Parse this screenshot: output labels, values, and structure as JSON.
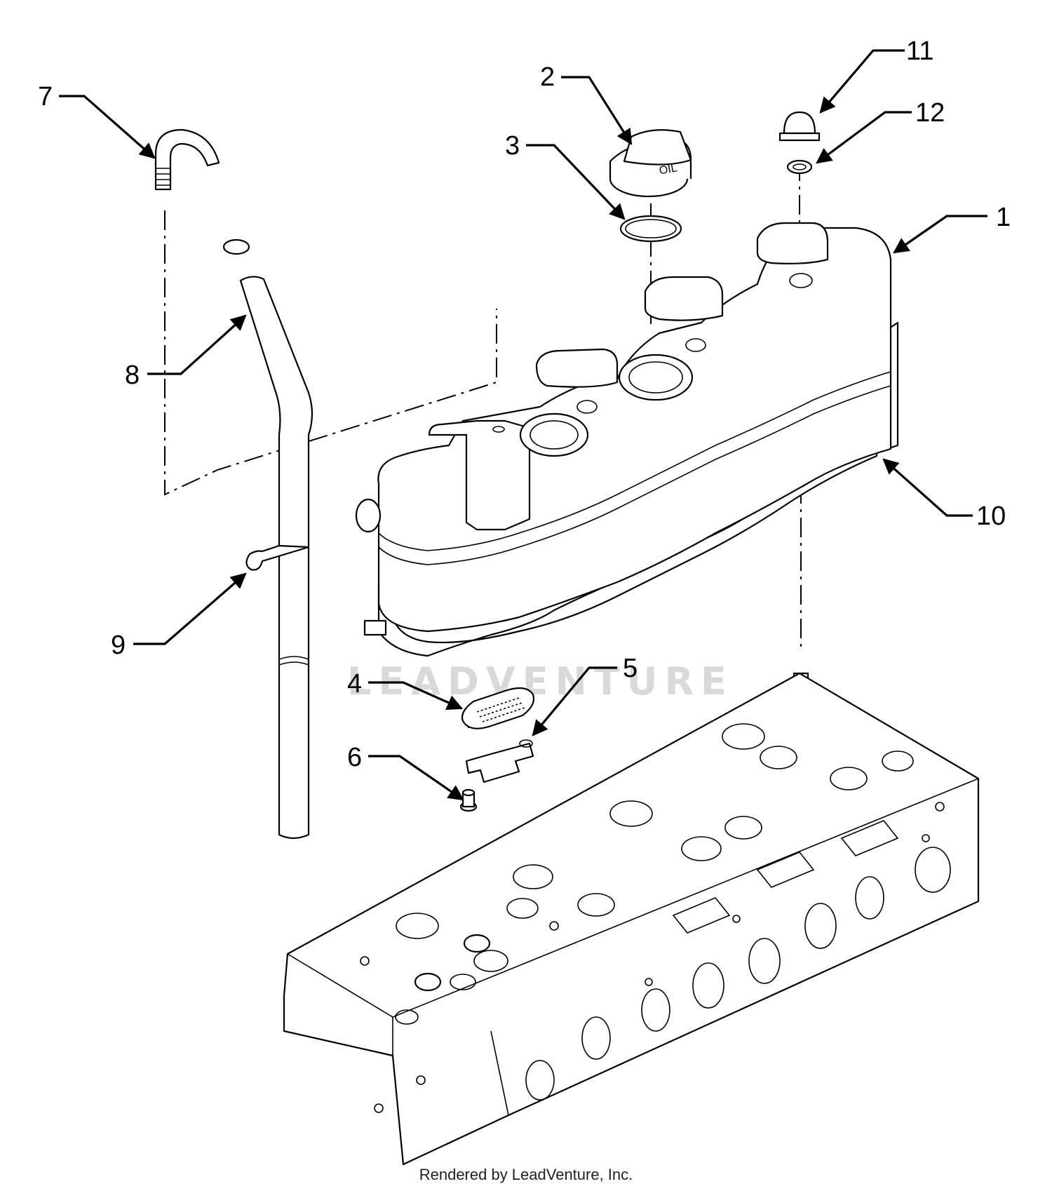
{
  "callouts": [
    {
      "id": "1",
      "label": "1"
    },
    {
      "id": "2",
      "label": "2"
    },
    {
      "id": "3",
      "label": "3"
    },
    {
      "id": "4",
      "label": "4"
    },
    {
      "id": "5",
      "label": "5"
    },
    {
      "id": "6",
      "label": "6"
    },
    {
      "id": "7",
      "label": "7"
    },
    {
      "id": "8",
      "label": "8"
    },
    {
      "id": "9",
      "label": "9"
    },
    {
      "id": "10",
      "label": "10"
    },
    {
      "id": "11",
      "label": "11"
    },
    {
      "id": "12",
      "label": "12"
    }
  ],
  "cap_text": "OIL",
  "watermark": "LEADVENTURE",
  "footer": "Rendered by LeadVenture, Inc."
}
